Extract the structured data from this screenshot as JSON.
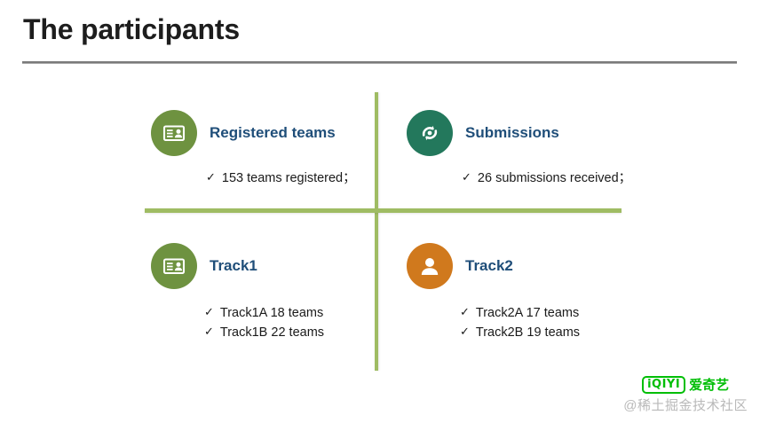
{
  "slide": {
    "title": "The participants"
  },
  "quadrants": [
    {
      "id": "registered",
      "title": "Registered teams",
      "icon": "id-badge-icon",
      "circle_color": "#6E9240",
      "bullets": [
        {
          "tick": "✓",
          "text": "153 teams registered；"
        }
      ]
    },
    {
      "id": "submissions",
      "title": "Submissions",
      "icon": "refresh-cycle-icon",
      "circle_color": "#23785C",
      "bullets": [
        {
          "tick": "✓",
          "text": "26 submissions received；"
        }
      ]
    },
    {
      "id": "track1",
      "title": "Track1",
      "icon": "id-badge-icon",
      "circle_color": "#6E9240",
      "bullets": [
        {
          "tick": "✓",
          "text": "Track1A 18 teams"
        },
        {
          "tick": "✓",
          "text": "Track1B 22 teams"
        }
      ]
    },
    {
      "id": "track2",
      "title": "Track2",
      "icon": "person-icon",
      "circle_color": "#D0791D",
      "bullets": [
        {
          "tick": "✓",
          "text": "Track2A 17 teams"
        },
        {
          "tick": "✓",
          "text": "Track2B 19 teams"
        }
      ]
    }
  ],
  "watermark": {
    "logo_badge": "iQIYI",
    "logo_cn": "爱奇艺",
    "text": "@稀土掘金技术社区",
    "logo_color": "#00be06",
    "text_color": "#b9b9b9"
  },
  "colors": {
    "title_text": "#1d1d1d",
    "heading_blue": "#1f4e79",
    "divider_green": "#9fbc63",
    "rule_gray": "#7a7a7a"
  }
}
